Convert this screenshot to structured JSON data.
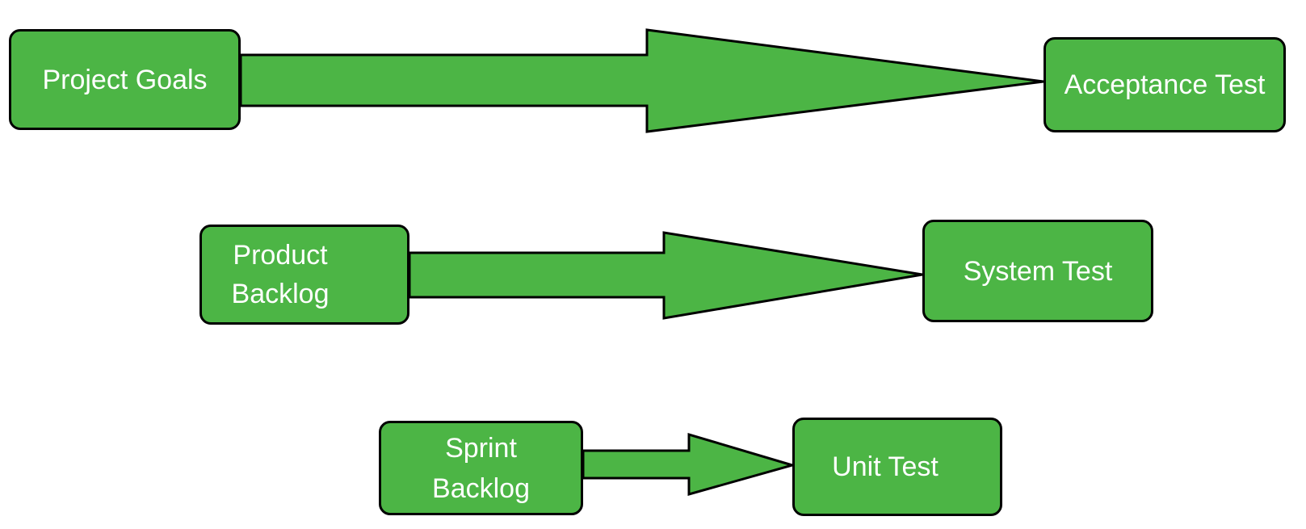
{
  "diagram": {
    "fill_color": "#4cb545",
    "stroke_color": "#000000",
    "text_color": "#ffffff",
    "rows": [
      {
        "source": {
          "label": "Project Goals",
          "lines": [
            "Project Goals"
          ]
        },
        "target": {
          "label": "Acceptance Test",
          "lines": [
            "Acceptance Test"
          ]
        }
      },
      {
        "source": {
          "label": "Product Backlog",
          "lines": [
            "Product",
            "Backlog"
          ]
        },
        "target": {
          "label": "System Test",
          "lines": [
            "System Test"
          ]
        }
      },
      {
        "source": {
          "label": "Sprint Backlog",
          "lines": [
            "Sprint",
            "Backlog"
          ]
        },
        "target": {
          "label": "Unit Test",
          "lines": [
            "Unit Test"
          ]
        }
      }
    ]
  }
}
